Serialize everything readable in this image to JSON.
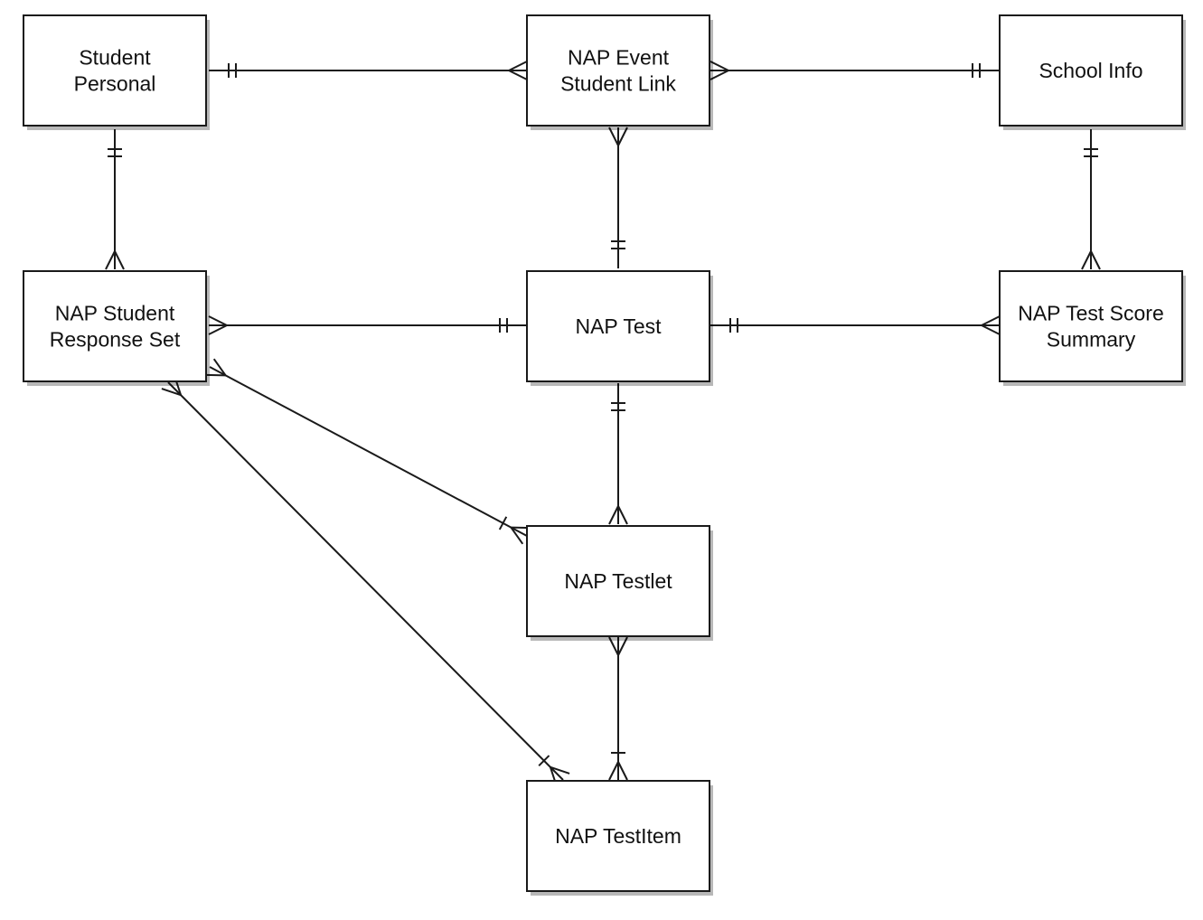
{
  "entities": [
    {
      "id": "student_personal",
      "lines": [
        "Student",
        "Personal"
      ]
    },
    {
      "id": "event_link",
      "lines": [
        "NAP Event",
        "Student Link"
      ]
    },
    {
      "id": "school_info",
      "lines": [
        "School Info"
      ]
    },
    {
      "id": "response_set",
      "lines": [
        "NAP Student",
        "Response Set"
      ]
    },
    {
      "id": "nap_test",
      "lines": [
        "NAP Test"
      ]
    },
    {
      "id": "score_summary",
      "lines": [
        "NAP Test Score",
        "Summary"
      ]
    },
    {
      "id": "testlet",
      "lines": [
        "NAP Testlet"
      ]
    },
    {
      "id": "testitem",
      "lines": [
        "NAP TestItem"
      ]
    }
  ],
  "relationships": [
    {
      "from": "student_personal",
      "to": "event_link",
      "from_end": "one-and-only-one",
      "to_end": "many"
    },
    {
      "from": "school_info",
      "to": "event_link",
      "from_end": "one-and-only-one",
      "to_end": "many"
    },
    {
      "from": "nap_test",
      "to": "event_link",
      "from_end": "one-and-only-one",
      "to_end": "many"
    },
    {
      "from": "student_personal",
      "to": "response_set",
      "from_end": "one-and-only-one",
      "to_end": "many"
    },
    {
      "from": "school_info",
      "to": "score_summary",
      "from_end": "one-and-only-one",
      "to_end": "many"
    },
    {
      "from": "nap_test",
      "to": "response_set",
      "from_end": "one-and-only-one",
      "to_end": "many"
    },
    {
      "from": "nap_test",
      "to": "score_summary",
      "from_end": "one-and-only-one",
      "to_end": "many"
    },
    {
      "from": "nap_test",
      "to": "testlet",
      "from_end": "one-and-only-one",
      "to_end": "many"
    },
    {
      "from": "testlet",
      "to": "response_set",
      "from_end": "one-or-many",
      "to_end": "many"
    },
    {
      "from": "testitem",
      "to": "response_set",
      "from_end": "one-or-many",
      "to_end": "many"
    },
    {
      "from": "testitem",
      "to": "testlet",
      "from_end": "one-or-many",
      "to_end": "many"
    }
  ]
}
